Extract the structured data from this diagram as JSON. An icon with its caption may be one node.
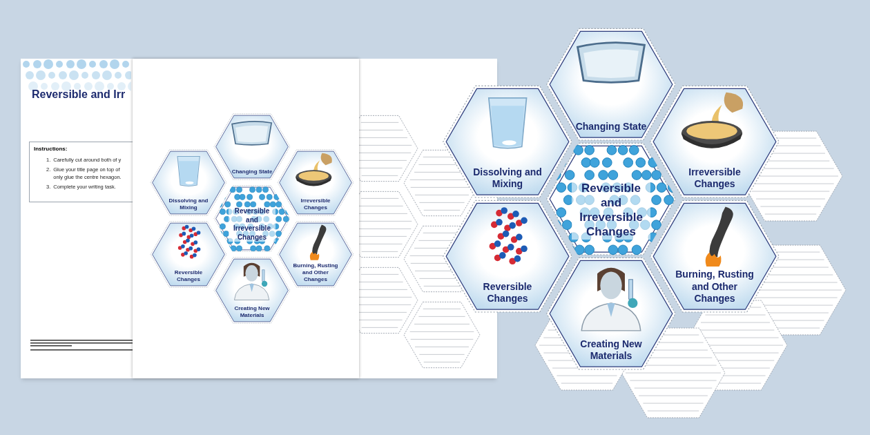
{
  "diagram": {
    "nodes": [
      {
        "text": [
          "Changing State"
        ]
      },
      {
        "text": [
          "Dissolving and Mixing"
        ]
      },
      {
        "text": [
          "Reversible and Irreversible Changes"
        ]
      },
      {
        "text": [
          "Irreversible Changes"
        ]
      },
      {
        "text": [
          "Reversible Changes"
        ]
      },
      {
        "text": [
          "Burning, Rusting and Other Changes"
        ]
      },
      {
        "text": [
          "Creating New Materials"
        ]
      },
      {
        "text": [
          "Changing State"
        ]
      },
      {
        "text": [
          "Dissolving and Mixing"
        ]
      },
      {
        "text": [
          "Reversible and Irreversible Changes"
        ]
      },
      {
        "text": [
          "Irreversible Changes"
        ]
      },
      {
        "text": [
          "Reversible Changes"
        ]
      },
      {
        "text": [
          "Burning, Rusting and Other Changes"
        ]
      },
      {
        "text": [
          "Creating New Materials"
        ]
      }
    ],
    "edges": [],
    "labels": [
      "Reversible and Irr",
      "Instructions:",
      "1.",
      "Carefully cut around both of y",
      "2.",
      "Glue your title page on top of only glue the centre hexagon.",
      "3.",
      "Complete your writing task."
    ]
  }
}
